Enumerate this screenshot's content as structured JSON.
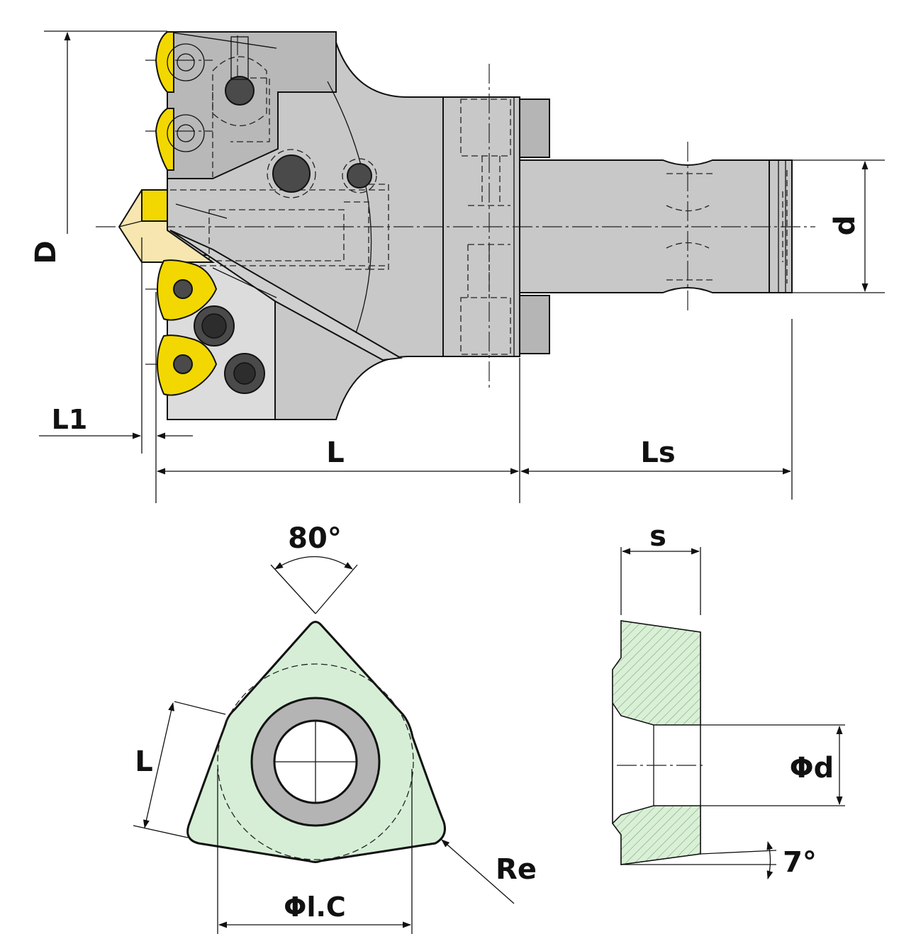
{
  "labels": {
    "D": "D",
    "d": "d",
    "L1": "L1",
    "L": "L",
    "Ls": "Ls",
    "angle": "80°",
    "L_insert": "L",
    "Re": "Re",
    "IC": "Φl.C",
    "s": "s",
    "hole": "Φd",
    "clearance": "7°"
  },
  "colors": {
    "body": "#c8c8c8",
    "body_dark": "#b5b5b5",
    "insert_yellow": "#f2d800",
    "insert_light": "#f7e6b0",
    "insert_green": "#d6eed6",
    "screw": "#4a4a4a",
    "ring": "#b4b4b4"
  }
}
